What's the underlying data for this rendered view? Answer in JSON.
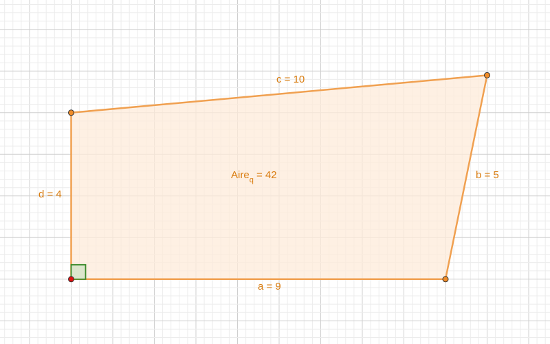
{
  "labels": {
    "side_a": "a = 9",
    "side_b": "b = 5",
    "side_c": "c = 10",
    "side_d": "d = 4",
    "area_name": "Aire",
    "area_subscript": "q",
    "area_value": " = 42"
  },
  "colors": {
    "polygon_stroke": "#f0a050",
    "polygon_fill": "#fdebd9",
    "label": "#d97c0f",
    "vertex_fill": "#f08c28",
    "vertex_origin_fill": "#e01010",
    "vertex_stroke": "#333333",
    "right_angle_stroke": "#3a8a2a",
    "right_angle_fill": "#dce6cc",
    "grid_major": "#cfcfcf",
    "grid_minor": "#ececec"
  },
  "vertices": [
    {
      "name": "origin",
      "x": 0,
      "y": 0
    },
    {
      "name": "bottom-right",
      "x": 9,
      "y": 0
    },
    {
      "name": "top-right",
      "x": 10,
      "y": 4.9
    },
    {
      "name": "top-left",
      "x": 0,
      "y": 4
    }
  ],
  "right_angle_marker": true,
  "grid": true
}
